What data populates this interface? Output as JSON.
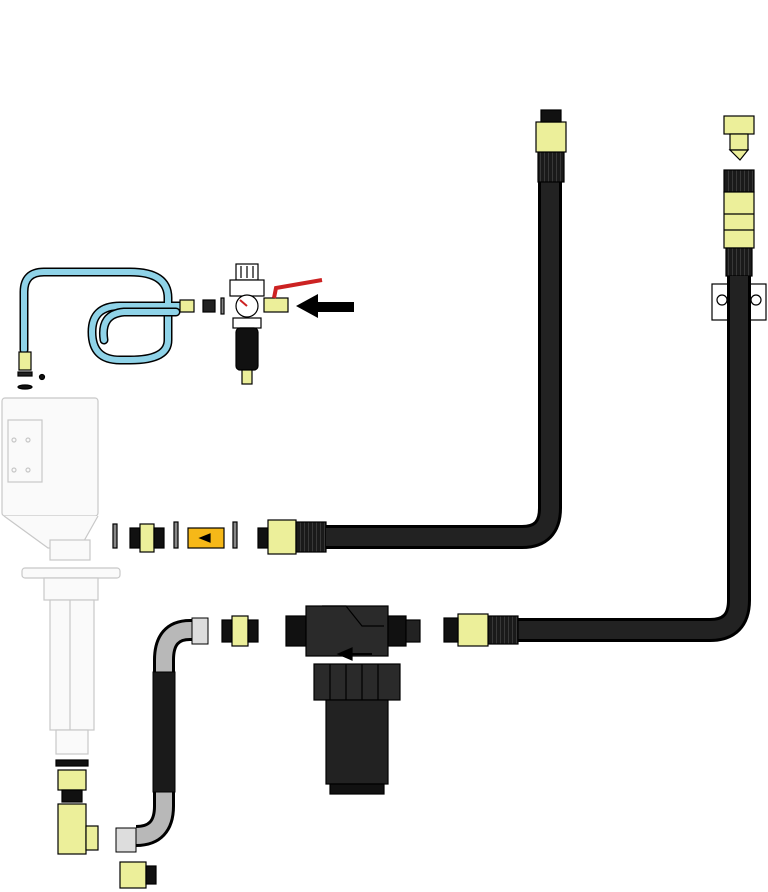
{
  "diagram": {
    "kind": "exploded-assembly",
    "colors": {
      "brass": "#ecef9a",
      "brass_dark": "#c9cc6e",
      "hose": "#111111",
      "air_hose": "#8fd3e8",
      "faded_pump": "#d6d6d6",
      "filter_body": "#222222",
      "valve_handle": "#cc2222",
      "check_valve": "#f6b818",
      "steel_hose": "#b8b8b8"
    },
    "parts": [
      {
        "id": "air-hose-coil",
        "icon": "coiled-air-hose"
      },
      {
        "id": "air-regulator",
        "icon": "filter-regulator-with-gauge"
      },
      {
        "id": "air-inlet-arrow",
        "icon": "arrow-left"
      },
      {
        "id": "pump",
        "icon": "faded-pump"
      },
      {
        "id": "suction-fittings",
        "icon": "brass-fittings"
      },
      {
        "id": "check-valve",
        "icon": "check-valve"
      },
      {
        "id": "outlet-hose",
        "icon": "black-hose"
      },
      {
        "id": "inline-filter",
        "icon": "filter-housing"
      },
      {
        "id": "return-hose",
        "icon": "black-hose"
      },
      {
        "id": "wall-bracket",
        "icon": "bracket"
      },
      {
        "id": "quick-coupler",
        "icon": "quick-coupler"
      },
      {
        "id": "flex-hose",
        "icon": "stainless-flex-hose"
      },
      {
        "id": "swivel-elbow",
        "icon": "swivel-elbow"
      }
    ]
  }
}
